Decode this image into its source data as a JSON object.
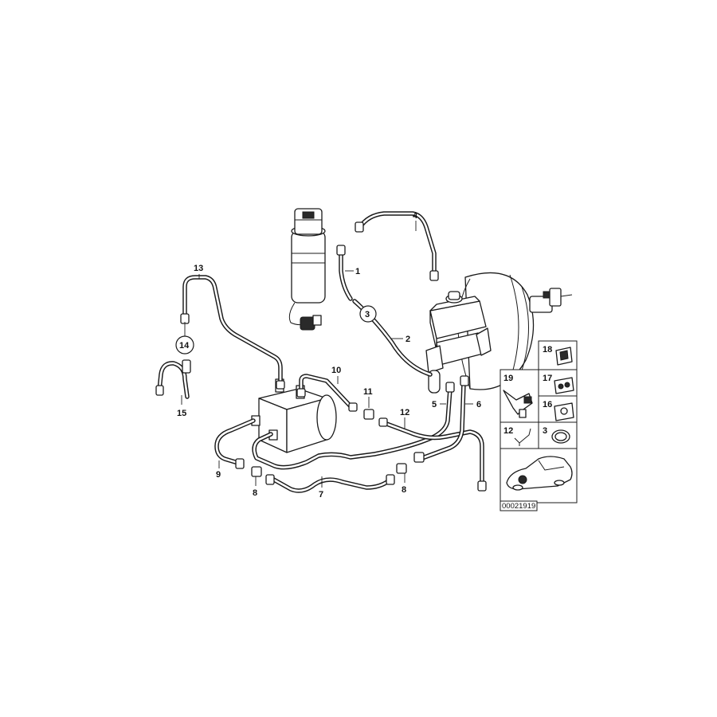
{
  "callouts": {
    "c1": "1",
    "c2": "2",
    "c3": "3",
    "c4": "4",
    "c5": "5",
    "c6": "6",
    "c7": "7",
    "c8a": "8",
    "c8b": "8",
    "c9": "9",
    "c10": "10",
    "c11": "11",
    "c12": "12",
    "c13": "13",
    "c14": "14",
    "c15": "15"
  },
  "inset_panel": {
    "p18": "18",
    "p17": "17",
    "p19": "19",
    "p16": "16",
    "p12": "12",
    "p3": "3"
  },
  "diagram_code": "00021919"
}
